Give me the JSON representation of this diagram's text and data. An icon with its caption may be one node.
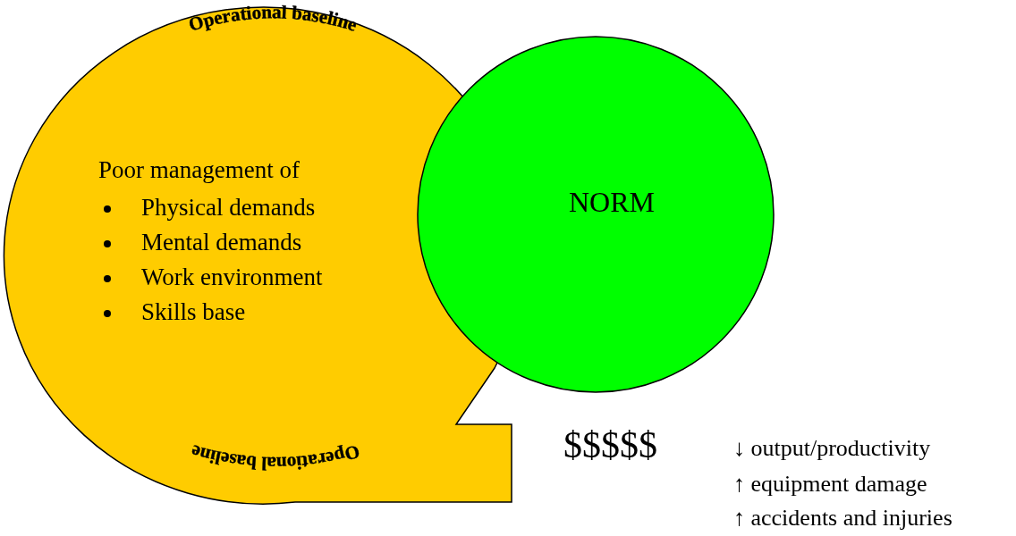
{
  "diagram": {
    "nodes": [
      {
        "text": [
          "Operational baseline",
          "Poor management of",
          "Physical demands",
          "Mental demands",
          "Work environment",
          "Skills base",
          "Operational baseline"
        ]
      },
      {
        "text": [
          "NORM"
        ]
      }
    ],
    "labels": [
      "$$$$$",
      "↓ output/productivity",
      "↑ equipment damage",
      "↑ accidents and injuries"
    ]
  }
}
